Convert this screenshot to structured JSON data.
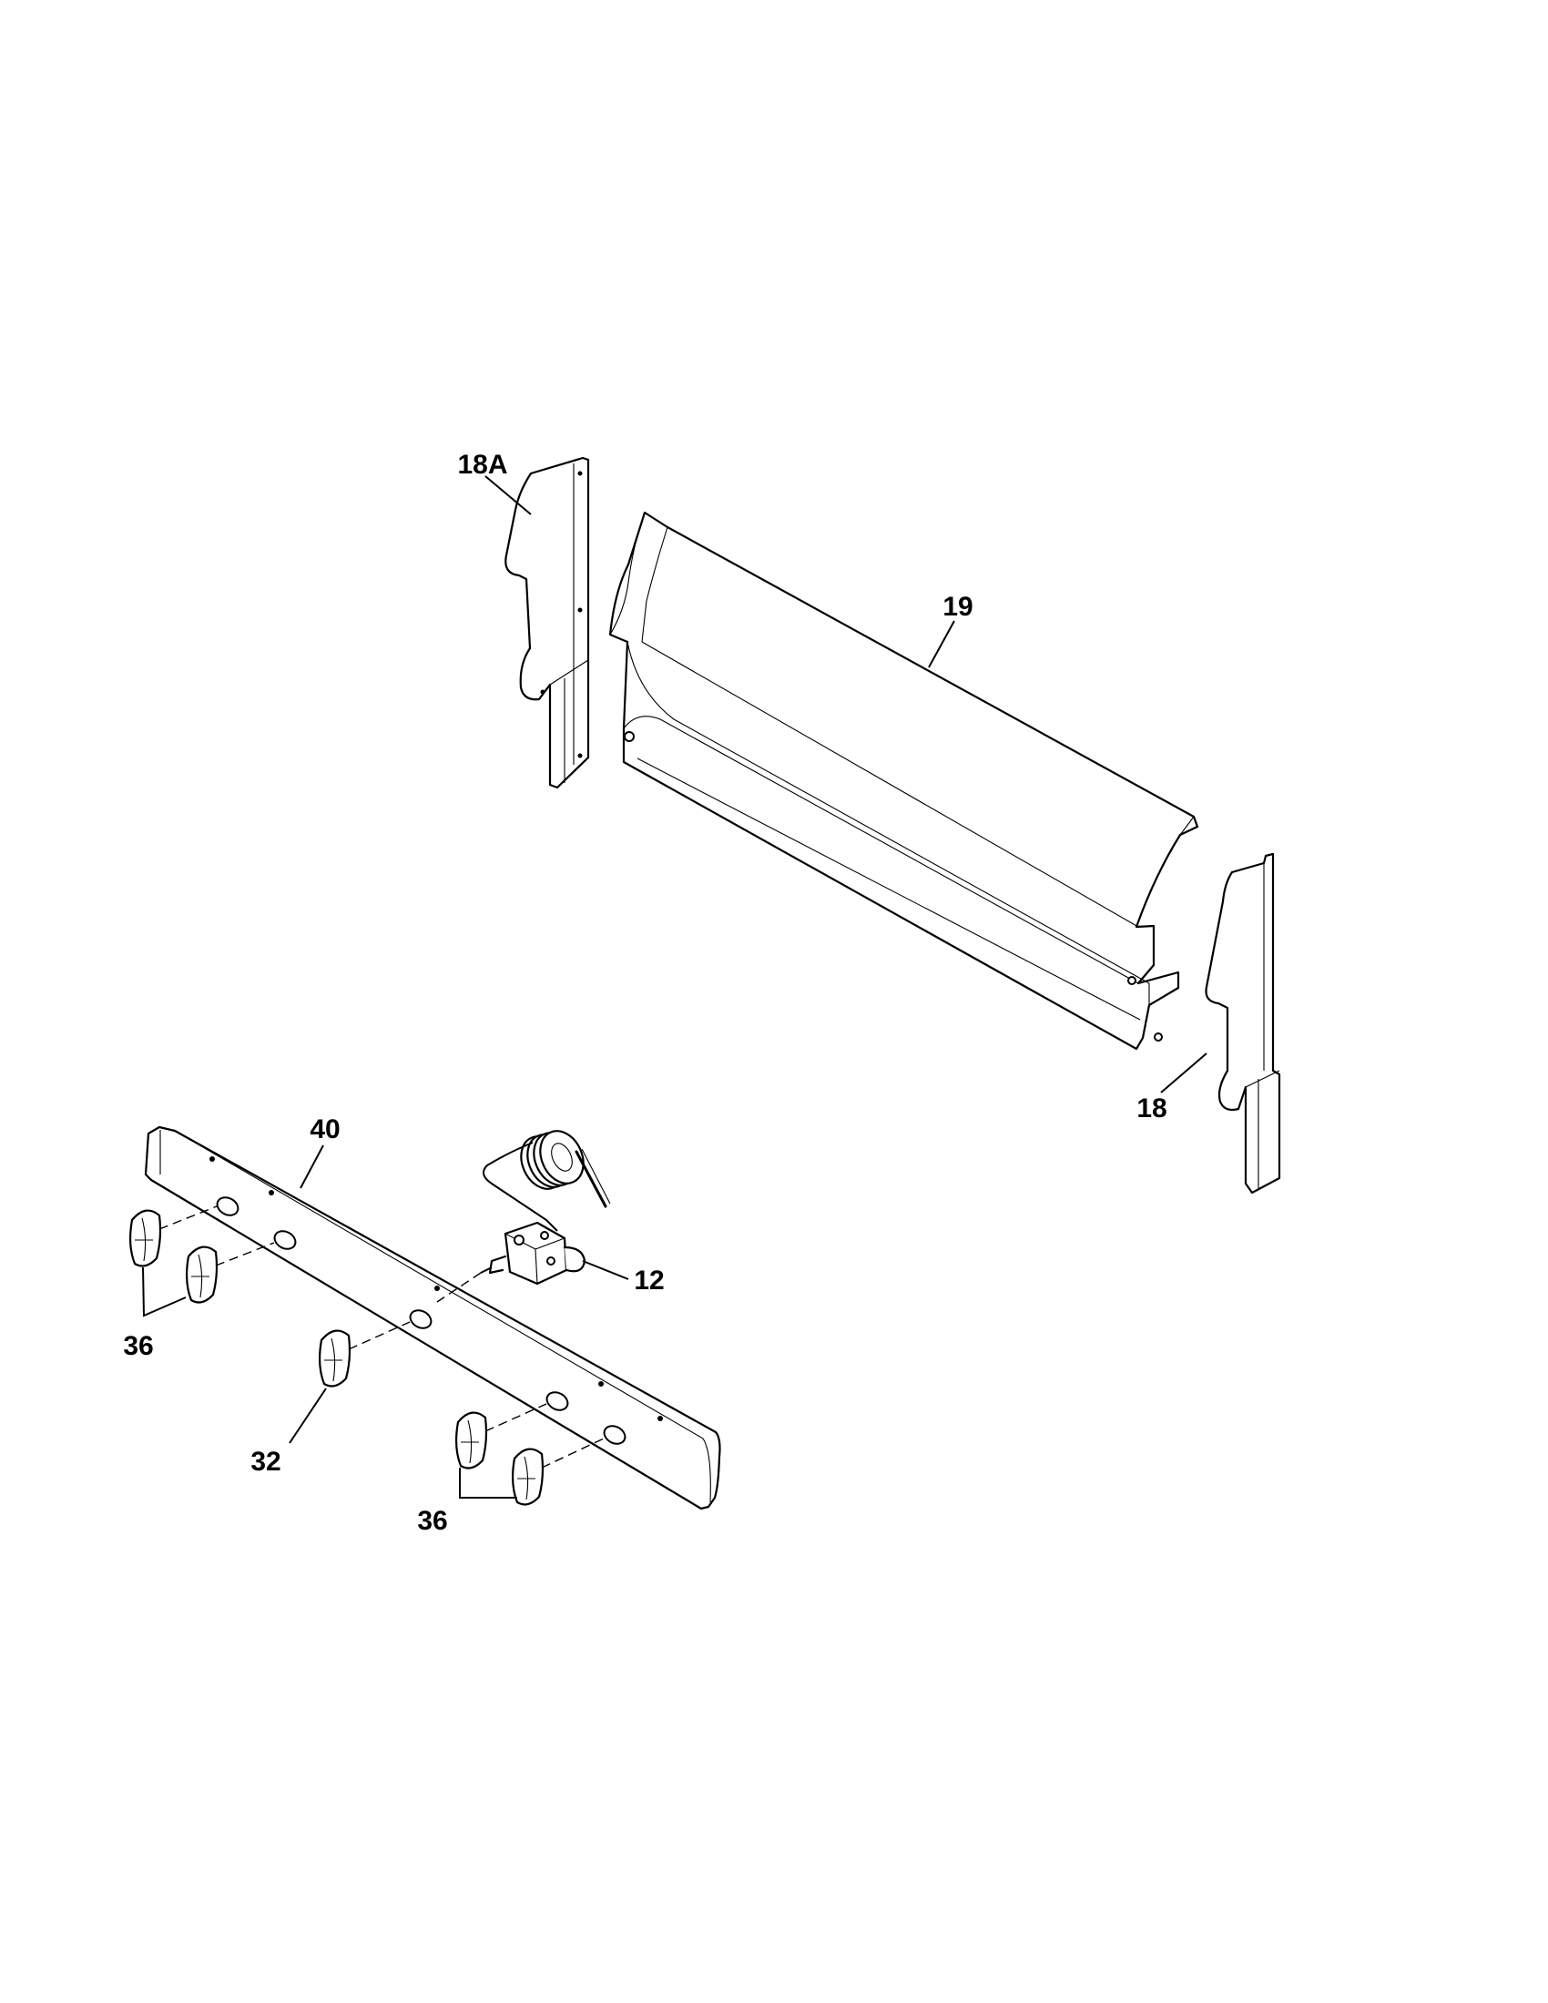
{
  "callouts": {
    "side_trim_left": "18A",
    "backguard": "19",
    "side_trim_right": "18",
    "control_panel": "40",
    "valve": "12",
    "knobs_left": "36",
    "knob_center": "32",
    "knobs_right": "36"
  }
}
